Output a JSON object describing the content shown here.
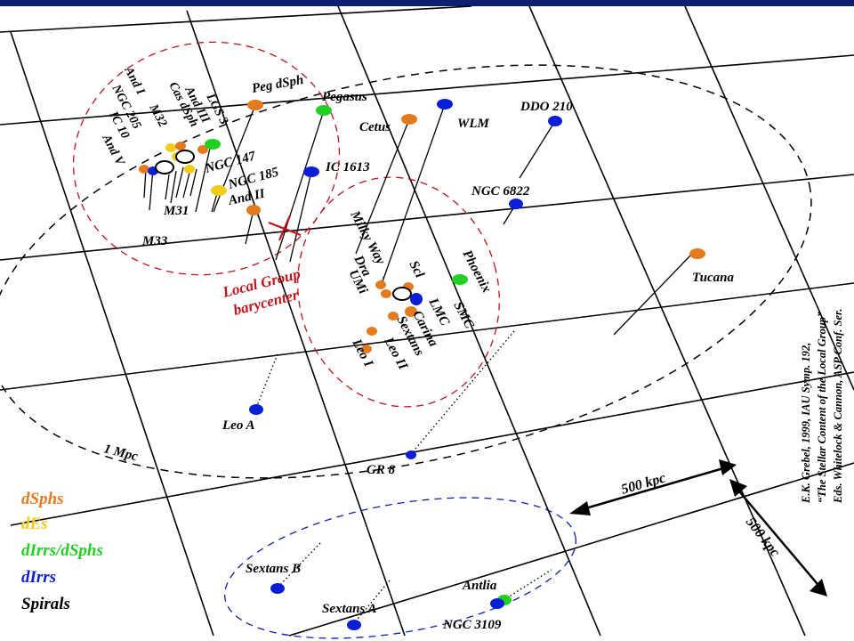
{
  "colors": {
    "top_bar": "#0d1f6e",
    "dSph": "#e47a1e",
    "dE": "#f2cc18",
    "dIrr_dSph": "#22d022",
    "dIrr": "#0a1ed8",
    "spiral": "#000000",
    "barycenter": "#c0141c",
    "circle_red": "#c0141c",
    "circle_blue": "#1020b0"
  },
  "labels": {
    "andromeda_group": [
      "And I",
      "M32",
      "And III",
      "Cas dSph",
      "LGS 3",
      "NGC 205",
      "IC 10",
      "And V"
    ],
    "peg_dsph": "Peg dSph",
    "pegasus": "Pegasus",
    "cetus": "Cetus",
    "wlm": "WLM",
    "ddo210": "DDO 210",
    "ngc147": "NGC 147",
    "ngc185": "NGC 185",
    "ic1613": "IC 1613",
    "and2": "And II",
    "ngc6822": "NGC 6822",
    "m31": "M31",
    "m33": "M33",
    "barycenter": [
      "Local Group",
      "barycenter"
    ],
    "milky_way": "Milky Way",
    "phoenix": "Phoenix",
    "tucana": "Tucana",
    "dra": "Dra",
    "umi": "UMi",
    "scl": "Scl",
    "smc": "SMC",
    "lmc": "LMC",
    "carina": "Carina",
    "sextans": "Sextans",
    "leo2": "Leo II",
    "leo1": "Leo I",
    "leoa": "Leo A",
    "gr8": "GR 8",
    "mpc": "1 Mpc",
    "sextansb": "Sextans B",
    "sextansa": "Sextans A",
    "antlia": "Antlia",
    "ngc3109": "NGC 3109"
  },
  "scale_bars": [
    "500 kpc",
    "500 kpc"
  ],
  "legend": [
    "dSphs",
    "dEs",
    "dIrrs/dSphs",
    "dIrrs",
    "Spirals"
  ],
  "credit": [
    "E.K. Grebel, 1999, IAU Symp. 192,",
    "“The Stellar Content of the Local Group”",
    "Eds. Whitelock & Cannon, ASP Conf. Ser."
  ]
}
